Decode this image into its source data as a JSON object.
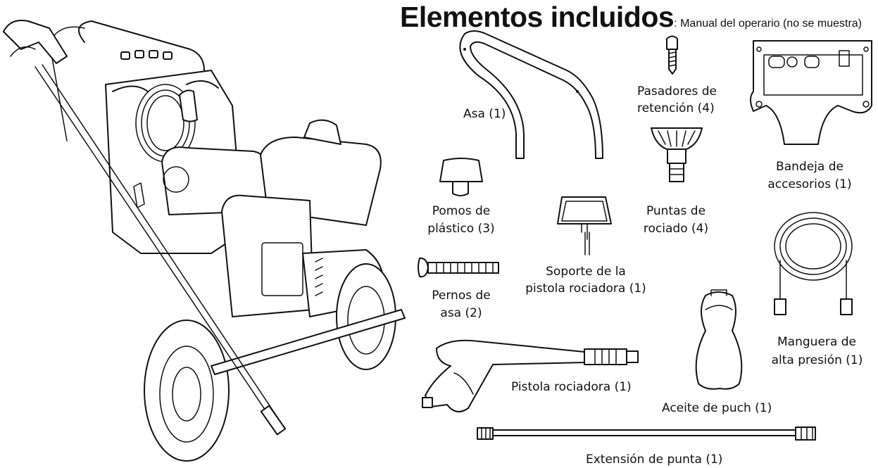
{
  "header": {
    "title": "Elementos incluidos",
    "subtitle": ": Manual del operario (no se muestra)"
  },
  "items": {
    "asa": "Asa (1)",
    "pasadores_1": "Pasadores de",
    "pasadores_2": "retención (4)",
    "bandeja_1": "Bandeja de",
    "bandeja_2": "accesorios (1)",
    "pomos_1": "Pomos de",
    "pomos_2": "plástico (3)",
    "puntas_1": "Puntas de",
    "puntas_2": "rociado (4)",
    "soporte_1": "Soporte de la",
    "soporte_2": "pistola rociadora (1)",
    "pernos_1": "Pernos de",
    "pernos_2": "asa (2)",
    "manguera_1": "Manguera de",
    "manguera_2": "alta presión (1)",
    "pistola": "Pistola rociadora (1)",
    "aceite": "Aceite de puch (1)",
    "extension": "Extensión de punta (1)"
  }
}
